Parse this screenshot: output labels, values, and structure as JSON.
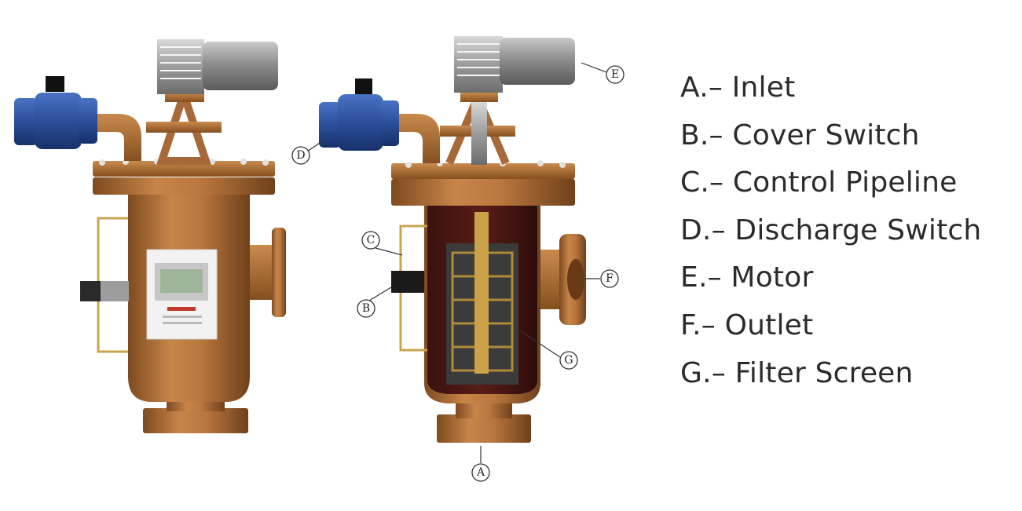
{
  "legend": [
    {
      "key": "A",
      "text": "A.– Inlet"
    },
    {
      "key": "B",
      "text": "B.– Cover Switch"
    },
    {
      "key": "C",
      "text": "C.– Control Pipeline"
    },
    {
      "key": "D",
      "text": "D.– Discharge Switch"
    },
    {
      "key": "E",
      "text": "E.– Motor"
    },
    {
      "key": "F",
      "text": "F.– Outlet"
    },
    {
      "key": "G",
      "text": "G.– Filter Screen"
    }
  ],
  "callouts": {
    "A": "A",
    "B": "B",
    "C": "C",
    "D": "D",
    "E": "E",
    "F": "F",
    "G": "G"
  },
  "colors": {
    "body": "#b8743e",
    "body_dark": "#8a5225",
    "valve": "#2a4f9a",
    "motor": "#9a9a9a",
    "panel": "#f2f2f2",
    "screen": "#7f9a78"
  }
}
